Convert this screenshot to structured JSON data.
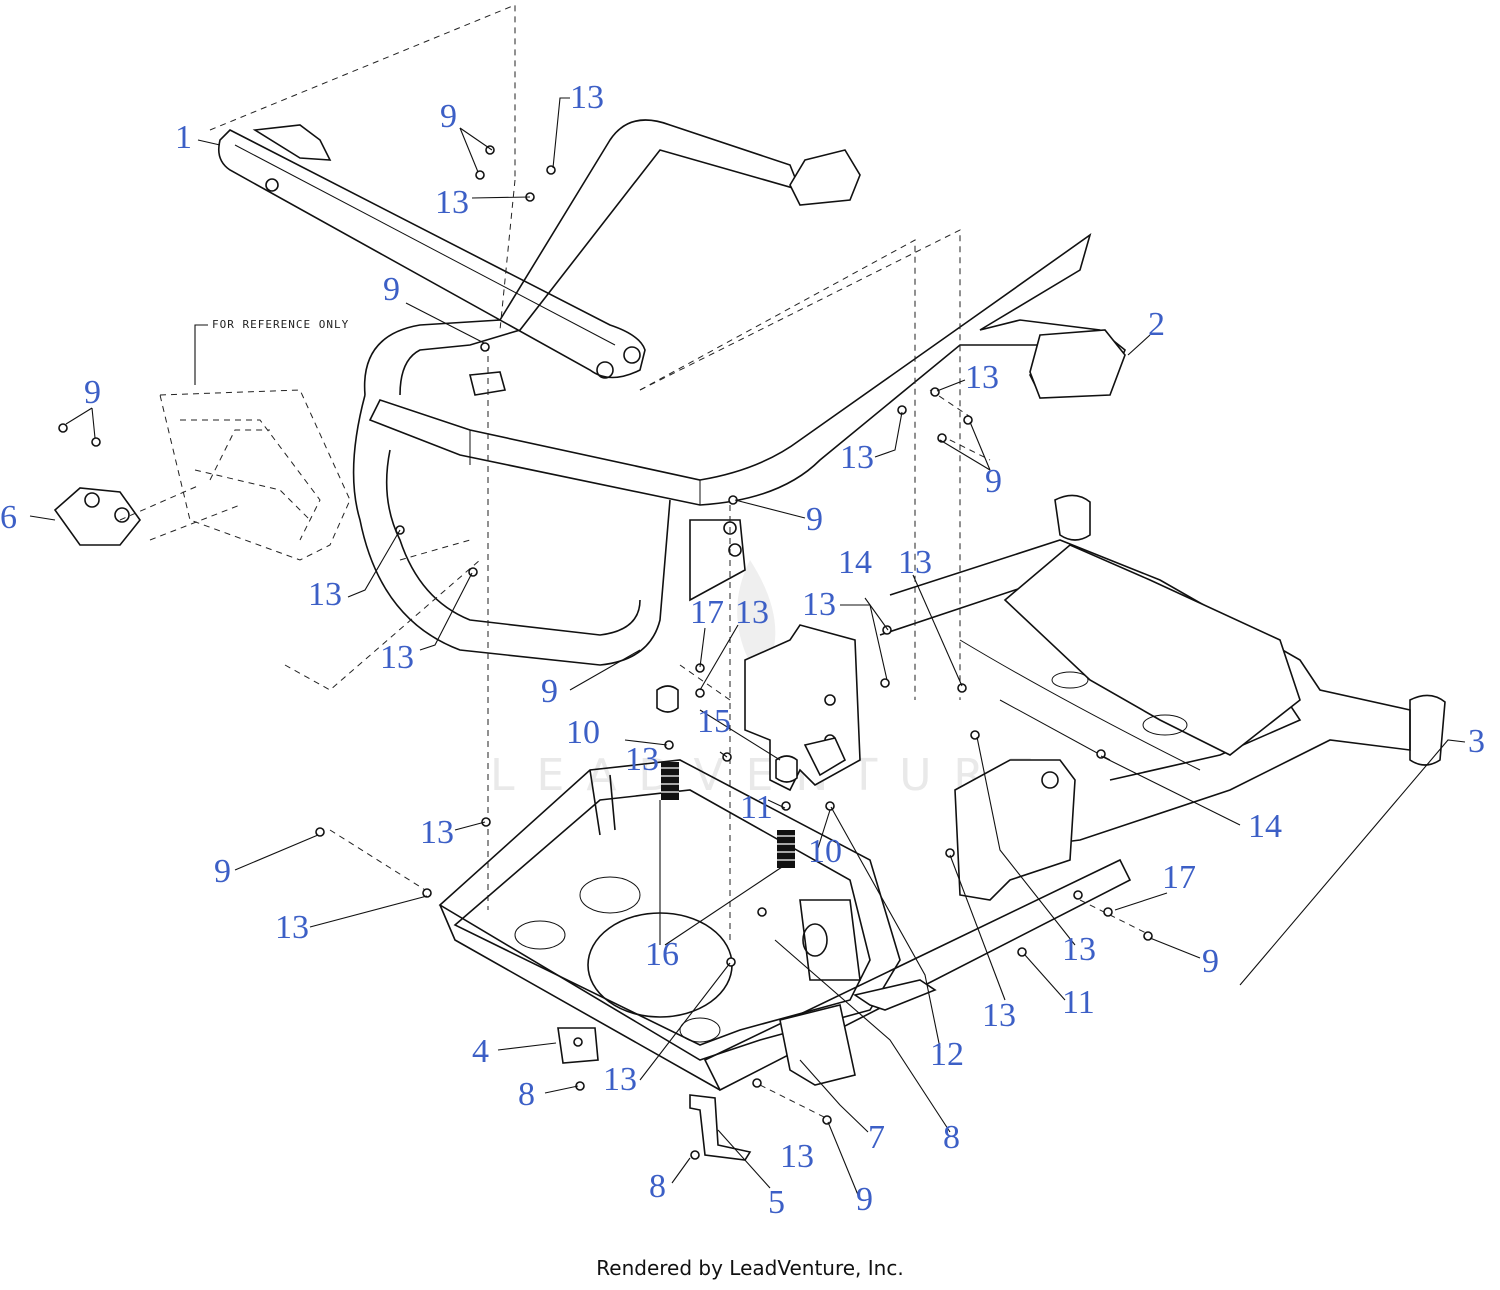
{
  "diagram": {
    "reference_note": "FOR REFERENCE ONLY",
    "watermark": "LEADVENTURE",
    "callouts": [
      "1",
      "2",
      "3",
      "4",
      "5",
      "6",
      "7",
      "8",
      "9",
      "10",
      "11",
      "12",
      "13",
      "14",
      "15",
      "16",
      "17"
    ]
  },
  "footer": {
    "text": "Rendered by LeadVenture, Inc."
  },
  "colors": {
    "callout": "#3c5fc6",
    "line": "#111111",
    "background": "#ffffff"
  }
}
